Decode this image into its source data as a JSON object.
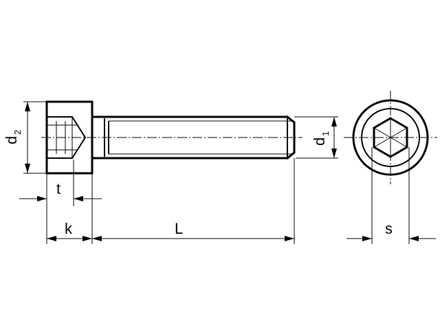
{
  "labels": {
    "d2_main": "d",
    "d2_sub": "2",
    "d1_main": "d",
    "d1_sub": "1",
    "t": "t",
    "k": "k",
    "L": "L",
    "s": "s"
  },
  "colors": {
    "line": "#000000",
    "background": "#ffffff"
  }
}
